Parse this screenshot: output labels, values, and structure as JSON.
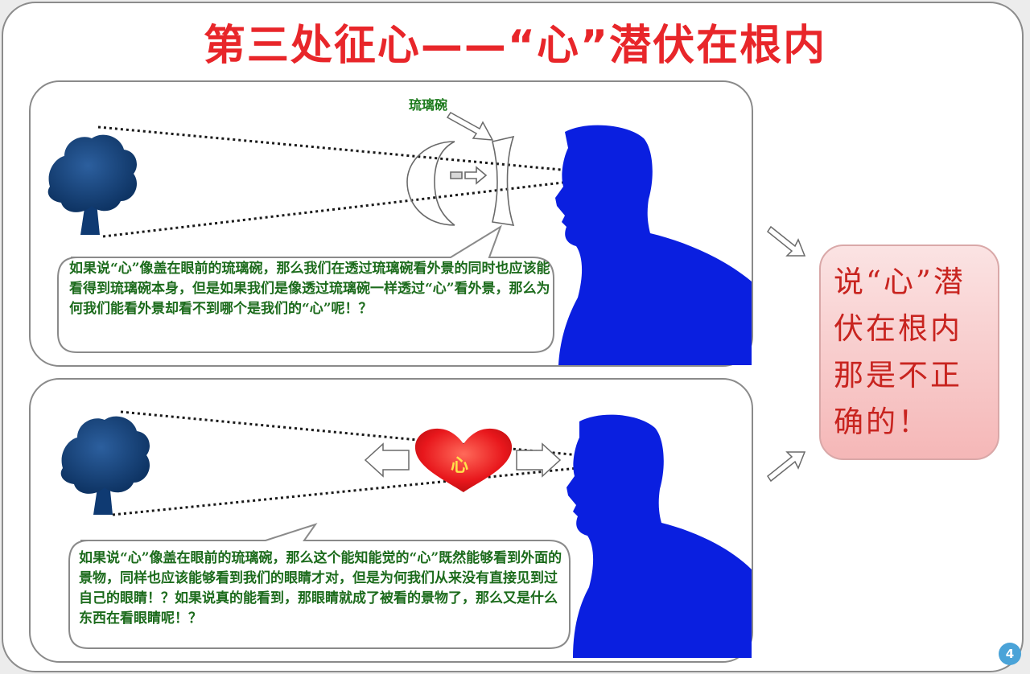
{
  "title": "第三处征心——“心”潜伏在根内",
  "panel_top": {
    "glass_label": "琉璃碗",
    "text": "如果说“心”像盖在眼前的琉璃碗，那么我们在透过琉璃碗看外景的同时也应该能看得到琉璃碗本身，但是如果我们是像透过琉璃碗一样透过“心”看外景，那么为何我们能看外景却看不到哪个是我们的“心”呢！？"
  },
  "panel_bottom": {
    "heart_label": "心",
    "text": "如果说“心”像盖在眼前的琉璃碗，那么这个能知能觉的“心”既然能够看到外面的景物，同样也应该能够看到我们的眼睛才对，但是为何我们从来没有直接见到过自己的眼睛！？如果说真的能看到，那眼睛就成了被看的景物了，那么又是什么东西在看眼睛呢！？"
  },
  "conclusion": "说“心”潜伏在根内那是不正确的！",
  "page_number": "4",
  "colors": {
    "title": "#e8262a",
    "tree": "#0f3a72",
    "silhouette": "#0a1fe0",
    "heart": "#e8171c",
    "bubble_text": "#1c6b1c",
    "conclusion_text": "#c8241f"
  }
}
